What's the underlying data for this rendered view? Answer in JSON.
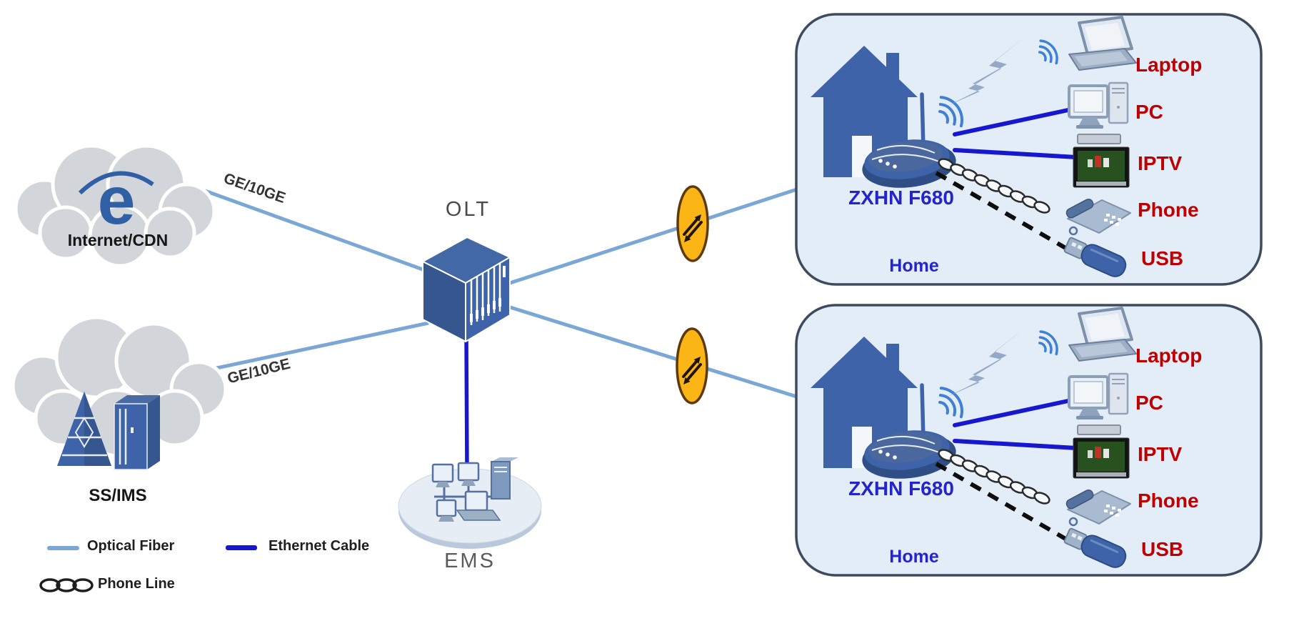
{
  "colors": {
    "optical_fiber": "#7BA7D7",
    "ethernet_cable": "#1717CF",
    "node_blue": "#3E63A8",
    "cloud_gray": "#D2D5DA",
    "home_box_fill": "#E2EDF8",
    "home_box_border": "#3E4A5E",
    "splitter_fill": "#FBB616",
    "splitter_border": "#5E3A08",
    "device_label_red": "#BE0000",
    "home_label_blue": "#2424CC",
    "phone_line_black": "#0d0d0d"
  },
  "clouds": {
    "internet": {
      "label": "Internet/CDN",
      "logo": "e"
    },
    "ss_ims": {
      "label": "SS/IMS"
    }
  },
  "nodes": {
    "olt": "OLT",
    "ems": "EMS"
  },
  "links": {
    "top": "GE/10GE",
    "bottom": "GE/10GE"
  },
  "homes": [
    {
      "ont": "ZXHN F680",
      "home": "Home",
      "devices": [
        "Laptop",
        "PC",
        "IPTV",
        "Phone",
        "USB"
      ]
    },
    {
      "ont": "ZXHN F680",
      "home": "Home",
      "devices": [
        "Laptop",
        "PC",
        "IPTV",
        "Phone",
        "USB"
      ]
    }
  ],
  "legend": {
    "optical": "Optical Fiber",
    "ethernet": "Ethernet Cable",
    "phone": "Phone Line"
  }
}
